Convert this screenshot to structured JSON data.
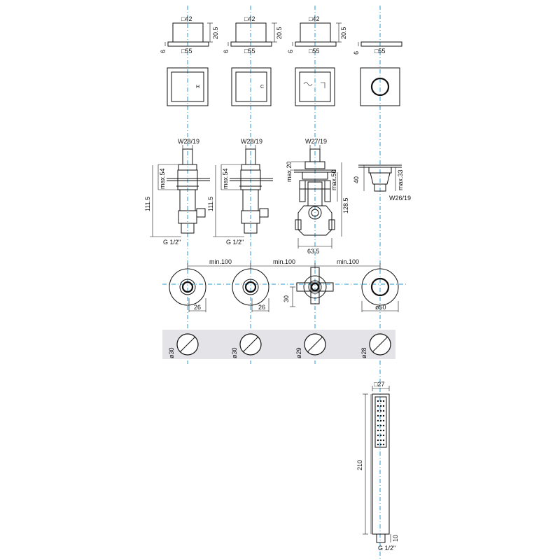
{
  "colors": {
    "axis": "#2a9bd8",
    "line": "#111111",
    "wall_band": "#e3e3e8"
  },
  "handles": [
    {
      "top_square": "□42",
      "base_square": "□55",
      "height": "20.5",
      "base_thickness": "6",
      "letter": "H"
    },
    {
      "top_square": "□42",
      "base_square": "□55",
      "height": "20.5",
      "base_thickness": "6",
      "letter": "C"
    },
    {
      "top_square": "□42",
      "base_square": "□55",
      "height": "20.5",
      "base_thickness": "6",
      "letter": ""
    },
    {
      "base_square": "□55",
      "base_thickness": "6"
    }
  ],
  "valves": [
    {
      "thread": "W28/19",
      "max_depth": "max.54",
      "body_length": "111.5",
      "inlet": "G 1/2\""
    },
    {
      "thread": "W28/19",
      "max_depth": "max.54",
      "body_length": "111.5",
      "inlet": "G 1/2\""
    },
    {
      "thread": "W27/19",
      "max_top": "max.20",
      "max_depth": "max.50",
      "body_length": "128.5",
      "width": "63.5"
    },
    {
      "height": "40",
      "max_depth": "max.33",
      "thread": "W26/19"
    }
  ],
  "spacing": [
    "min.100",
    "min.100",
    "min.100"
  ],
  "plan": {
    "offset_1": "26",
    "offset_2": "26",
    "offset_3": "30",
    "outlet_diameter": "ø50"
  },
  "wall_cutouts": [
    "ø30",
    "ø30",
    "ø29",
    "ø28"
  ],
  "hand_shower": {
    "square": "□27",
    "length": "210",
    "connection_height": "10",
    "connection": "G 1/2\""
  }
}
